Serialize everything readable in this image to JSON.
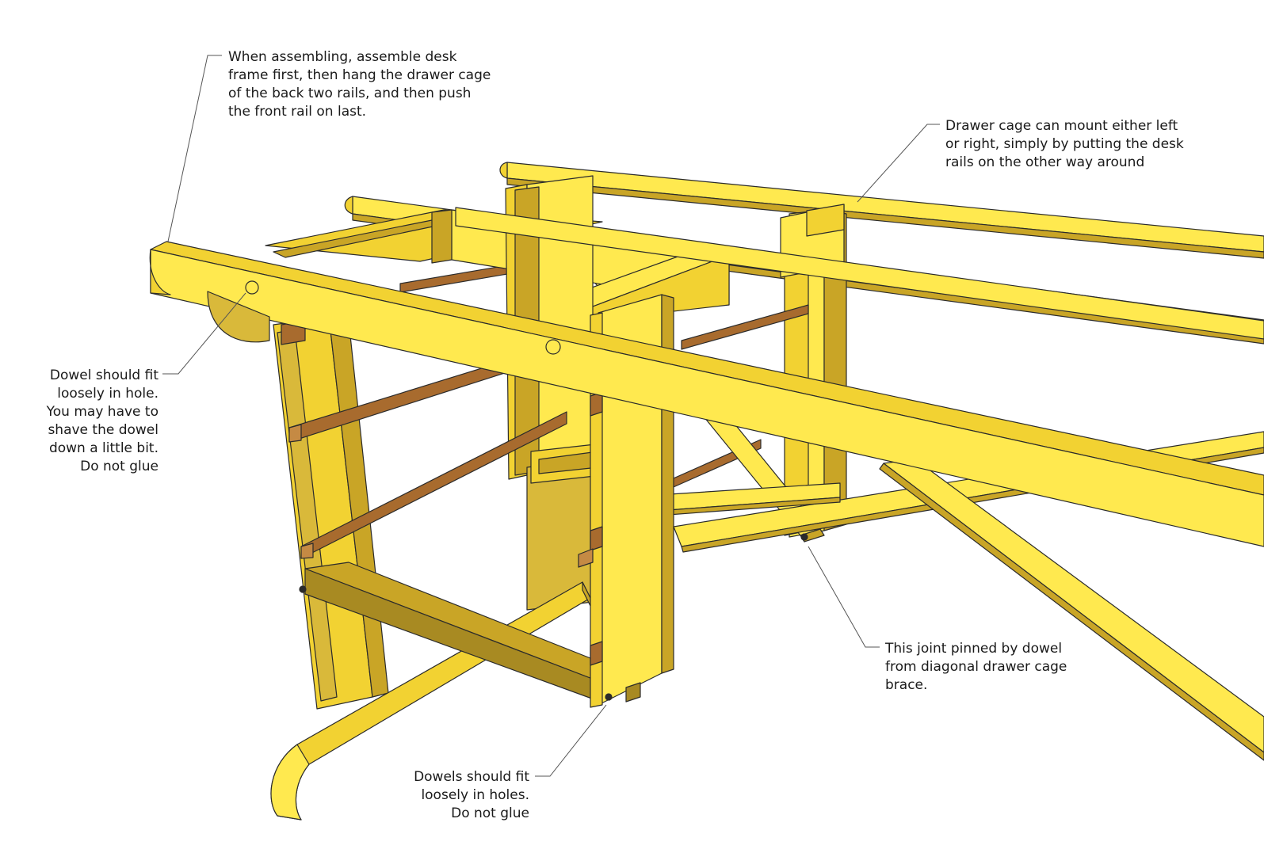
{
  "callouts": {
    "assembly": [
      "When assembling, assemble desk",
      "frame first, then hang the drawer cage",
      "of the back two rails, and then push",
      "the front rail on last."
    ],
    "drawer_cage": [
      "Drawer cage can mount either left",
      "or right, simply by putting the desk",
      "rails on the other way around"
    ],
    "dowel_hole": [
      "Dowel should fit",
      "loosely in hole.",
      "You may have to",
      "shave the dowel",
      "down a little bit.",
      "Do not glue"
    ],
    "joint": [
      "This joint pinned by dowel",
      "from diagonal drawer cage",
      "brace."
    ],
    "dowels": [
      "Dowels should fit",
      "loosely in holes.",
      "Do not glue"
    ]
  },
  "colors": {
    "wood_light": "#FFE94F",
    "wood_mid": "#F2D232",
    "wood_shade": "#C9A526",
    "wood_dark": "#A88A22",
    "rung": "#A86B2E",
    "rung_light": "#C58A44",
    "outline": "#2b2b2b",
    "leader": "#555555"
  }
}
